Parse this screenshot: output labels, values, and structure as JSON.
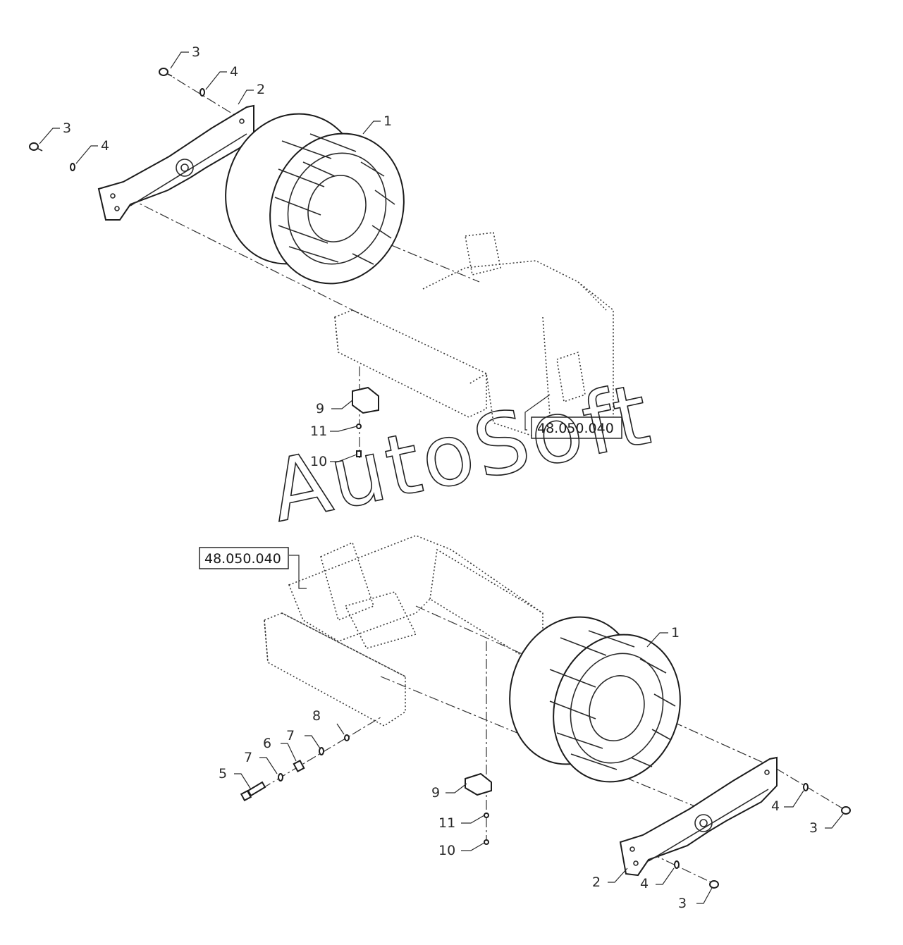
{
  "callouts": [
    {
      "id": "c-top-3a",
      "text": "3"
    },
    {
      "id": "c-top-4a",
      "text": "4"
    },
    {
      "id": "c-top-2",
      "text": "2"
    },
    {
      "id": "c-top-3b",
      "text": "3"
    },
    {
      "id": "c-top-4b",
      "text": "4"
    },
    {
      "id": "c-top-1",
      "text": "1"
    },
    {
      "id": "c-top-9",
      "text": "9"
    },
    {
      "id": "c-top-11",
      "text": "11"
    },
    {
      "id": "c-top-10",
      "text": "10"
    },
    {
      "id": "c-bot-1",
      "text": "1"
    },
    {
      "id": "c-bot-8",
      "text": "8"
    },
    {
      "id": "c-bot-7a",
      "text": "7"
    },
    {
      "id": "c-bot-6",
      "text": "6"
    },
    {
      "id": "c-bot-7b",
      "text": "7"
    },
    {
      "id": "c-bot-5",
      "text": "5"
    },
    {
      "id": "c-bot-9",
      "text": "9"
    },
    {
      "id": "c-bot-11",
      "text": "11"
    },
    {
      "id": "c-bot-10",
      "text": "10"
    },
    {
      "id": "c-bot-4a",
      "text": "4"
    },
    {
      "id": "c-bot-3a",
      "text": "3"
    },
    {
      "id": "c-bot-2",
      "text": "2"
    },
    {
      "id": "c-bot-4b",
      "text": "4"
    },
    {
      "id": "c-bot-3b",
      "text": "3"
    }
  ],
  "references": {
    "top_ref": "48.050.040",
    "bottom_ref": "48.050.040"
  },
  "watermark": "AutoSoft",
  "colors": {
    "line": "#2a2a2a",
    "background": "#ffffff"
  }
}
